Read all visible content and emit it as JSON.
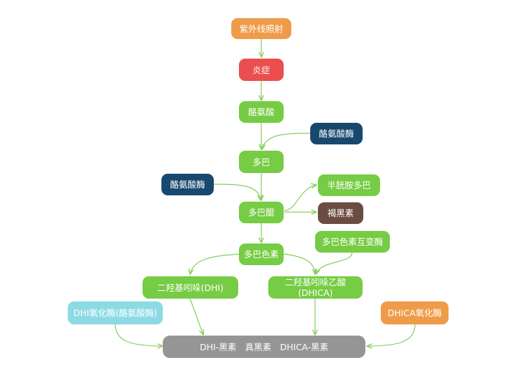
{
  "diagram": {
    "nodes": {
      "uv": {
        "label": "紫外线照射",
        "color": "#ef9c4a"
      },
      "inflammation": {
        "label": "炎症",
        "color": "#ea4e4e"
      },
      "tyrosine": {
        "label": "酪氨酸",
        "color": "#76cc44"
      },
      "tyrosinase_1": {
        "label": "酪氨酸酶",
        "color": "#18486e"
      },
      "dopa": {
        "label": "多巴",
        "color": "#76cc44"
      },
      "tyrosinase_2": {
        "label": "酪氨酸酶",
        "color": "#18486e"
      },
      "dopaquinone": {
        "label": "多巴醌",
        "color": "#76cc44"
      },
      "cysteinyldopa": {
        "label": "半胱胺多巴",
        "color": "#76cc44"
      },
      "pheomelanin": {
        "label": "褐黑素",
        "color": "#6c4c42"
      },
      "dopachrome_tautomerase": {
        "label": "多巴色素互变酶",
        "color": "#76cc44"
      },
      "dopachrome": {
        "label": "多巴色素",
        "color": "#76cc44"
      },
      "dhi": {
        "label": "二羟基吲哚(DHI)",
        "color": "#76cc44"
      },
      "dhica_line1": {
        "label": "二羟基吲哚乙酸",
        "color": "#76cc44"
      },
      "dhica_line2": {
        "label": "(DHICA)",
        "color": "#76cc44"
      },
      "dhi_oxidase": {
        "label": "DHI氧化酶(酪氨酸酶)",
        "color": "#8cdbe4"
      },
      "dhica_oxidase": {
        "label": "DHICA氧化酶",
        "color": "#ef9c4a"
      },
      "eumelanin": {
        "label": "DHI-黑素　真黑素　DHICA-黑素",
        "color": "#959595"
      }
    },
    "edge_color": "#82cf5a"
  }
}
